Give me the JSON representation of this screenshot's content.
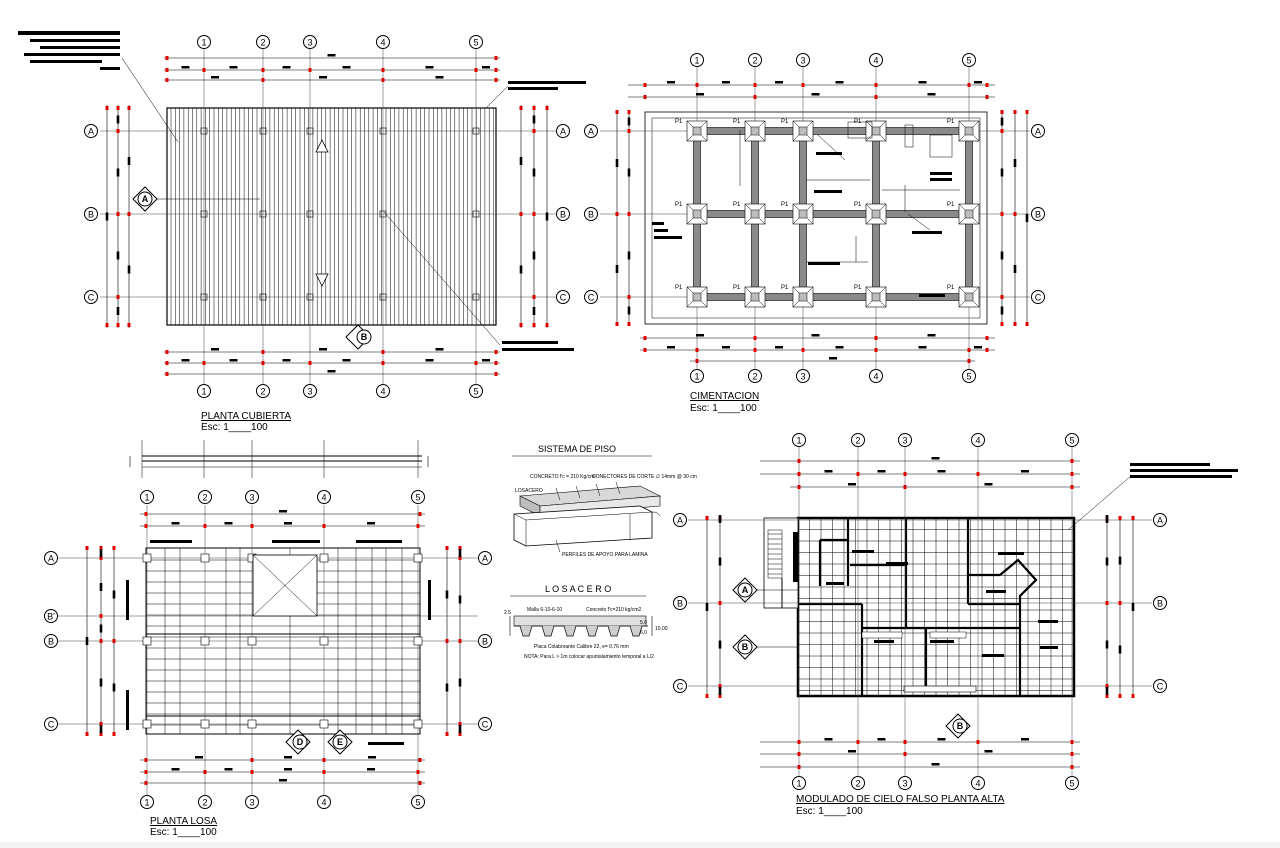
{
  "drawings": {
    "cubierta": {
      "title": "PLANTA CUBIERTA",
      "scale": "Esc: 1____100",
      "axes_x": [
        "1",
        "2",
        "3",
        "4",
        "5"
      ],
      "axes_y": [
        "A",
        "B",
        "C"
      ],
      "sections": [
        "A",
        "B"
      ]
    },
    "cimentacion": {
      "title": "CIMENTACION",
      "scale": "Esc: 1____100",
      "axes_x": [
        "1",
        "2",
        "3",
        "4",
        "5"
      ],
      "axes_y": [
        "A",
        "B",
        "C"
      ],
      "column_tag": "P1"
    },
    "losa": {
      "title": "PLANTA LOSA",
      "scale": "Esc: 1____100",
      "axes_x": [
        "1",
        "2",
        "3",
        "4",
        "5"
      ],
      "axes_y": [
        "A",
        "B'",
        "B",
        "C"
      ],
      "sections": [
        "D",
        "E"
      ]
    },
    "cielo": {
      "title": "MODULADO DE CIELO FALSO PLANTA ALTA",
      "scale": "Esc: 1____100",
      "axes_x": [
        "1",
        "2",
        "3",
        "4",
        "5"
      ],
      "axes_y": [
        "A",
        "B",
        "C"
      ],
      "sections": [
        "A",
        "B"
      ]
    }
  },
  "details": {
    "sistema_piso": {
      "title": "SISTEMA  DE  PISO",
      "concreto": "CONCRETO f'c = 210 Kg/cm²",
      "conectores": "CONECTORES DE CORTE ∅ 14mm @ 30 cm",
      "lamina": "LOSACERO",
      "perfiles": "PERFILES DE APOYO PARA LAMINA"
    },
    "losacero": {
      "title": "L O S A C E R O",
      "malla": "Malla 6-10-6-10",
      "concreto": "Concreto f'c=210 kg/cm2",
      "dim1": "2.5",
      "dim2": "5.0",
      "dim3": "6.0",
      "dim4": "10.00",
      "placa": "Placa Colaborante Calibre 22, e= 0.76 mm",
      "nota": "NOTA: Para L > 1m colocar apuntalamiento temporal a L/2"
    }
  }
}
